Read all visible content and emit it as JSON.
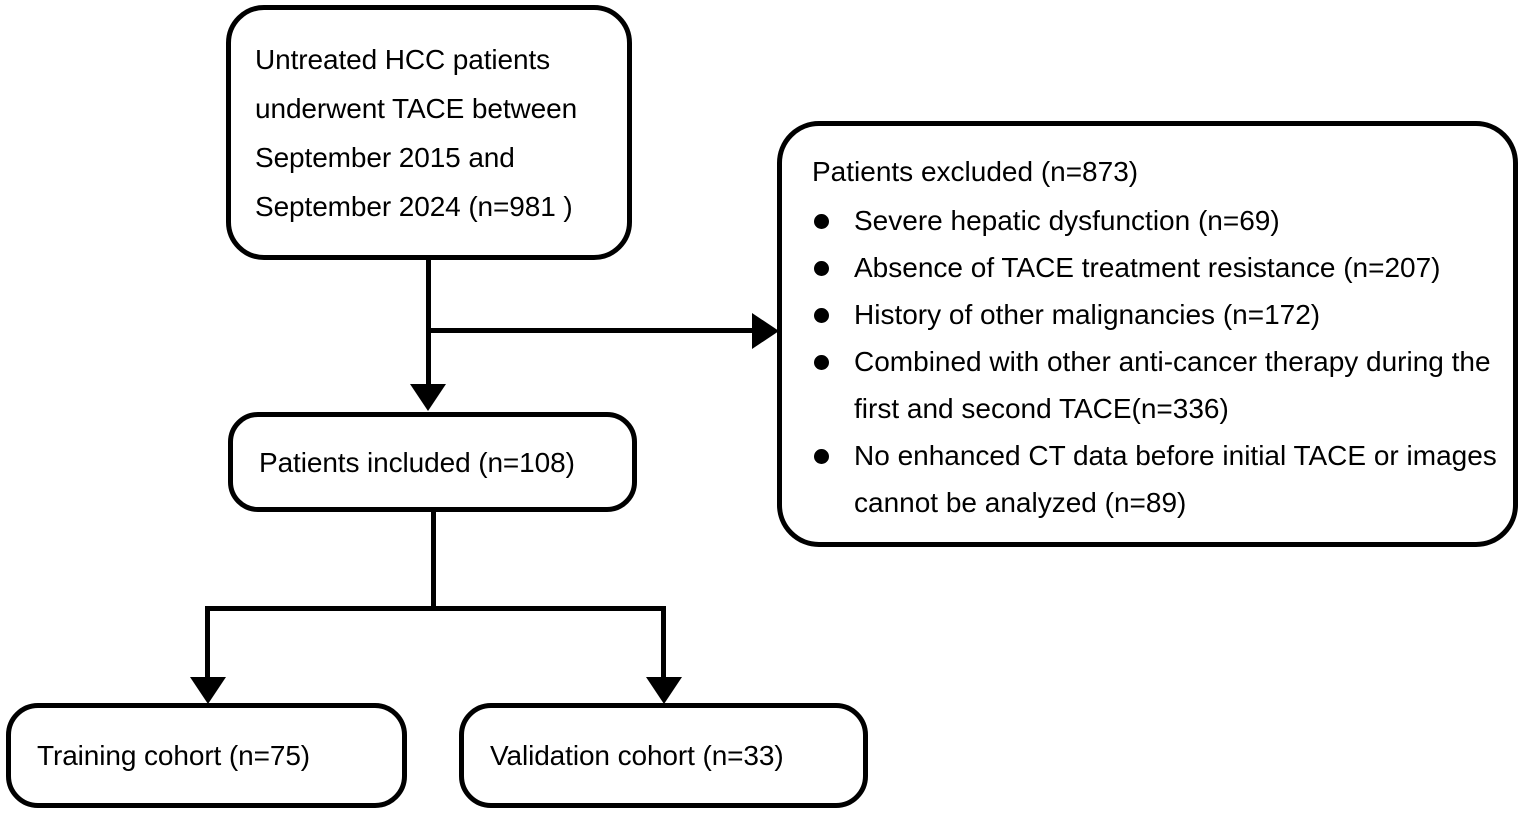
{
  "diagram": {
    "type": "study-flow-diagram",
    "nodes": {
      "source": {
        "label": "Untreated HCC patients underwent TACE between September 2015 and September 2024 (n=981 )",
        "text": "Untreated HCC patients\nunderwent TACE between\nSeptember 2015 and\nSeptember 2024 (n=981 )",
        "n": 981
      },
      "excluded": {
        "heading": "Patients excluded (n=873)",
        "n": 873,
        "items": [
          {
            "text": "Severe hepatic dysfunction (n=69)",
            "n": 69
          },
          {
            "text": "Absence of TACE treatment resistance (n=207)",
            "n": 207
          },
          {
            "text": "History of other malignancies (n=172)",
            "n": 172
          },
          {
            "text": "Combined with other anti-cancer therapy during the first and second TACE(n=336)",
            "n": 336
          },
          {
            "text": "No enhanced CT data before initial TACE or images cannot be analyzed (n=89)",
            "n": 89
          }
        ]
      },
      "included": {
        "text": "Patients included (n=108)",
        "n": 108
      },
      "training": {
        "text": "Training cohort (n=75)",
        "n": 75
      },
      "validation": {
        "text": "Validation cohort (n=33)",
        "n": 33
      }
    },
    "edges": [
      {
        "from": "source",
        "to": "included",
        "arrow": "down"
      },
      {
        "from": "source",
        "to": "excluded",
        "arrow": "right"
      },
      {
        "from": "included",
        "to": "training",
        "arrow": "down"
      },
      {
        "from": "included",
        "to": "validation",
        "arrow": "down"
      }
    ],
    "colors": {
      "stroke": "#000000",
      "fill": "#ffffff",
      "text": "#000000"
    }
  }
}
